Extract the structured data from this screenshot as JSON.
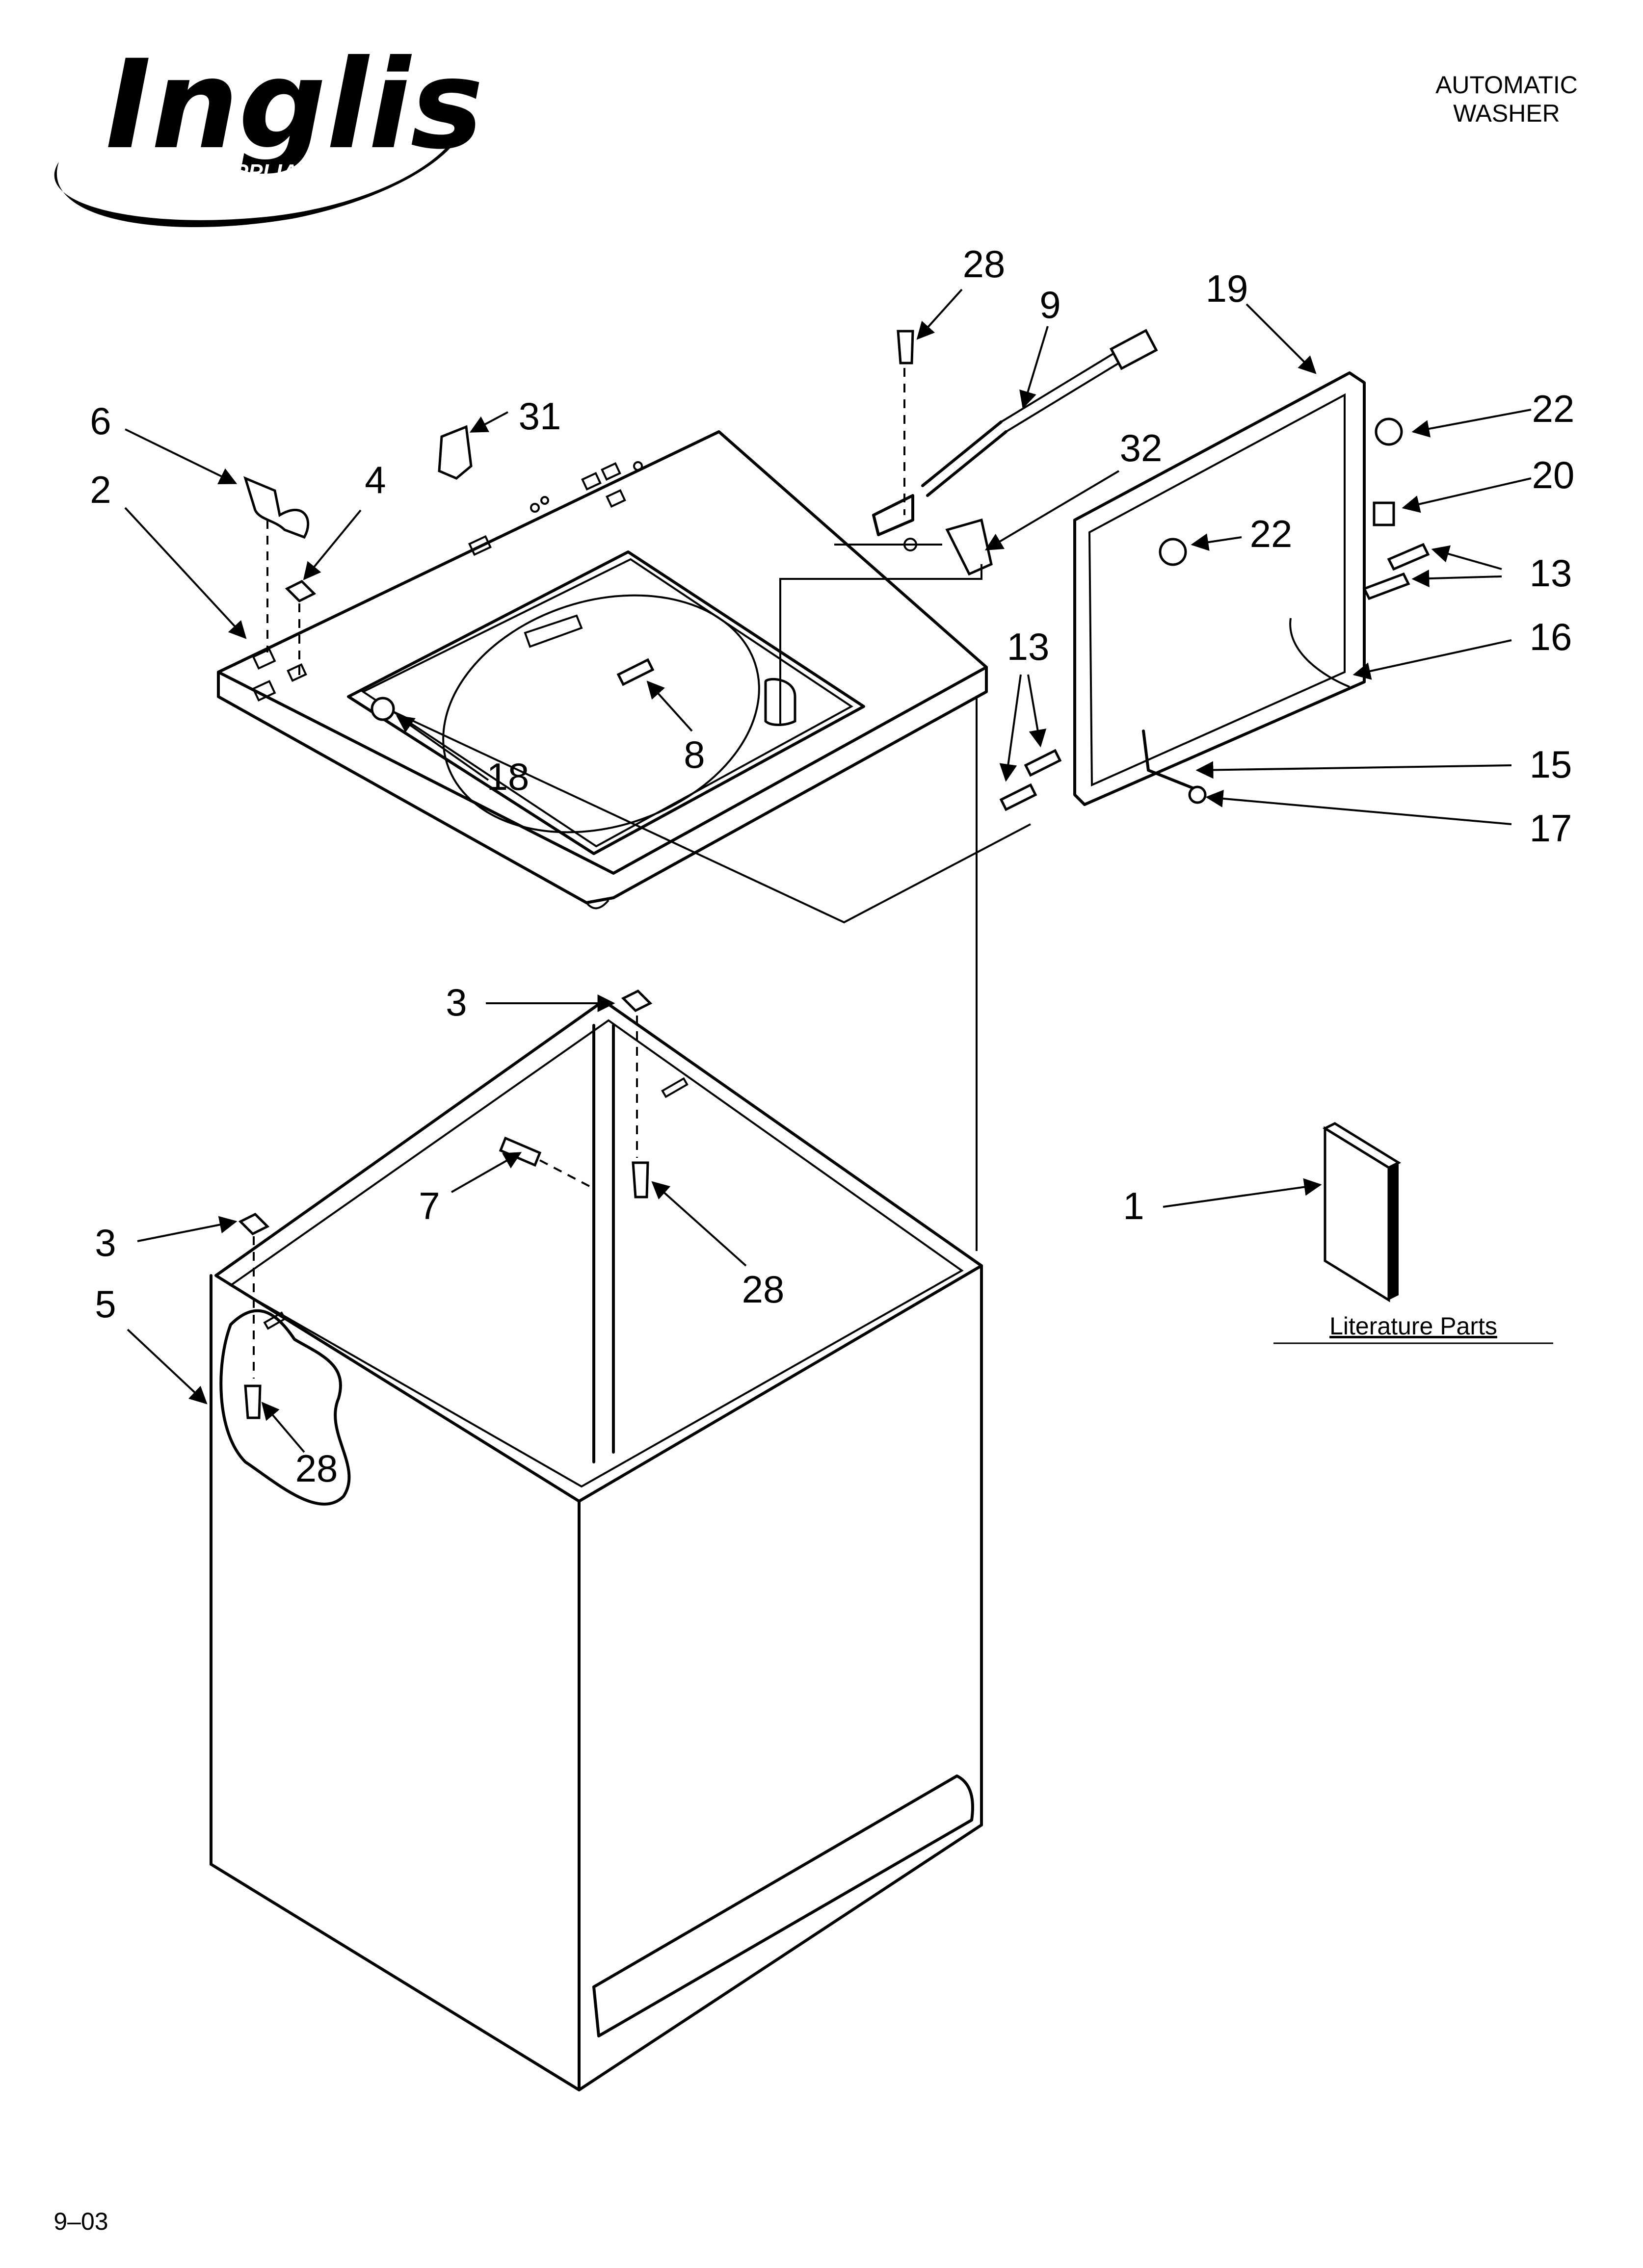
{
  "brand": {
    "logo_text": "Inglis",
    "subtitle_left": "HOME",
    "subtitle_right": "APPLIANCES"
  },
  "header": {
    "line1": "AUTOMATIC",
    "line2": "WASHER"
  },
  "footer": {
    "code": "9–03"
  },
  "literature": {
    "label": "Literature Parts"
  },
  "callouts": {
    "c28_top": "28",
    "c9": "9",
    "c19": "19",
    "c22_right": "22",
    "c20": "20",
    "c22_inner": "22",
    "c13_right": "13",
    "c16": "16",
    "c13_left": "13",
    "c15": "15",
    "c17": "17",
    "c31": "31",
    "c32": "32",
    "c6": "6",
    "c4": "4",
    "c2": "2",
    "c8": "8",
    "c18": "18",
    "c3_top": "3",
    "c7": "7",
    "c28_mid": "28",
    "c3_left": "3",
    "c5": "5",
    "c28_low": "28",
    "c1": "1"
  }
}
